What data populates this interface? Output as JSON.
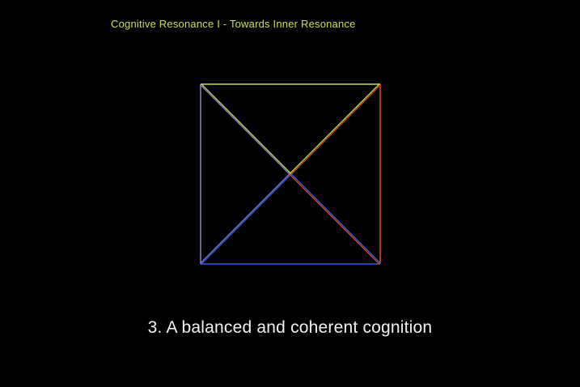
{
  "slide": {
    "title": "Cognitive Resonance I - Towards Inner Resonance",
    "caption": "3. A balanced and coherent cognition",
    "title_color": "#c9e24b",
    "caption_color": "#f2f2f2",
    "background_color": "#000000"
  },
  "figure": {
    "description": "Square outline with both diagonals drawn corner-to-center, forming four triangles (top, left, right, bottom), each edge stroked in a distinct color; paired colored lines run along each diagonal",
    "colors": {
      "top": "#c9e24b",
      "left": "#8c83cb",
      "right": "#e14c1d",
      "bottom": "#2a5de2"
    }
  }
}
